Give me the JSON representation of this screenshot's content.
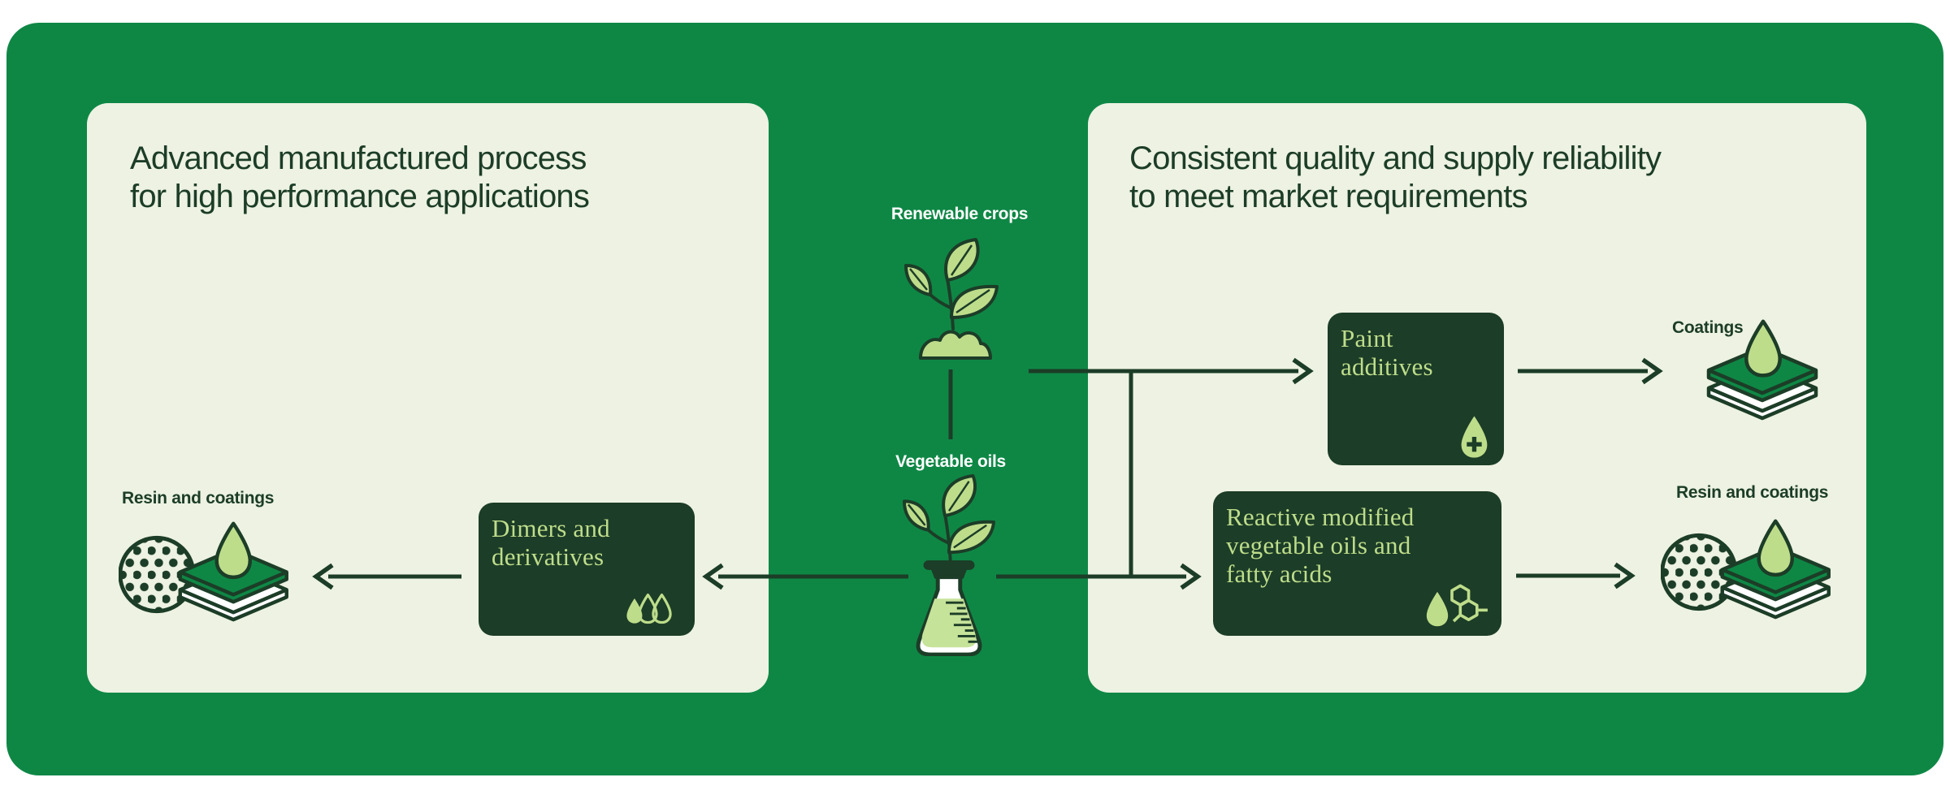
{
  "colors": {
    "page_background": "#ffffff",
    "canvas_green": "#0e8745",
    "panel_cream": "#edf2e2",
    "dark_green": "#1c3d27",
    "accent_green": "#bedd8b",
    "liquid_green": "#c6e39a",
    "white": "#ffffff"
  },
  "left_panel": {
    "heading": "Advanced manufactured process\nfor high performance applications",
    "resin_coatings": {
      "label": "Resin and coatings",
      "icon": "resin-coatings-icon"
    },
    "dimers_box": {
      "label": "Dimers and\nderivatives",
      "icon": "droplets-icon"
    }
  },
  "center": {
    "renewable_crops": {
      "label": "Renewable crops",
      "icon": "plant-icon"
    },
    "vegetable_oils": {
      "label": "Vegetable oils",
      "icon": "flask-plant-icon"
    }
  },
  "right_panel": {
    "heading": "Consistent quality and supply reliability\nto meet market requirements",
    "paint_box": {
      "label": "Paint\nadditives",
      "icon": "droplet-plus-icon"
    },
    "coatings": {
      "label": "Coatings",
      "icon": "coatings-icon"
    },
    "reactive_box": {
      "label": "Reactive modified\nvegetable oils and\nfatty acids",
      "icon": "molecule-droplet-icon"
    },
    "resin_coatings": {
      "label": "Resin and coatings",
      "icon": "resin-coatings-icon"
    }
  },
  "flows": [
    {
      "from": "Renewable crops",
      "to": "Vegetable oils"
    },
    {
      "from": "Renewable crops",
      "to": "Paint additives"
    },
    {
      "from": "Vegetable oils",
      "to": "Reactive modified vegetable oils and fatty acids"
    },
    {
      "from": "Vegetable oils",
      "to": "Dimers and derivatives"
    },
    {
      "from": "Dimers and derivatives",
      "to": "Resin and coatings"
    },
    {
      "from": "Paint additives",
      "to": "Coatings"
    },
    {
      "from": "Reactive modified vegetable oils and fatty acids",
      "to": "Resin and coatings"
    }
  ]
}
